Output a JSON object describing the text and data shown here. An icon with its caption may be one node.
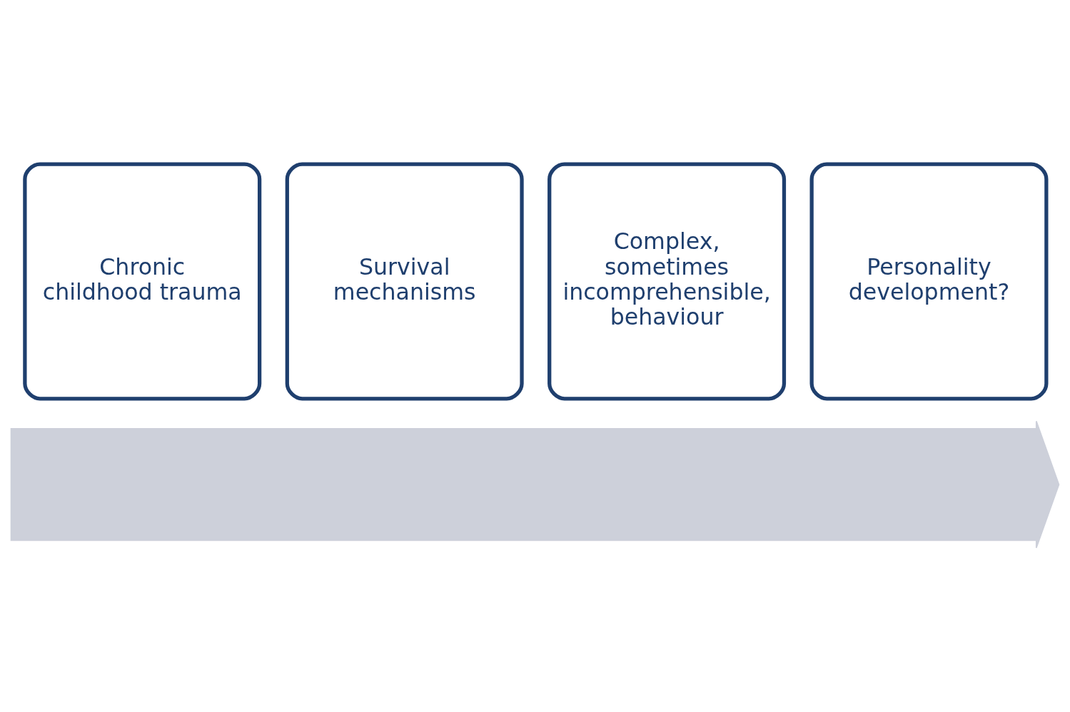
{
  "diagram": {
    "nodes": [
      {
        "text": [],
        "shape": "arrow"
      },
      {
        "text": [
          "Chronic childhood trauma"
        ]
      },
      {
        "text": [
          "Survival mechanisms"
        ]
      },
      {
        "text": [
          "Complex, sometimes incomprehensible, behaviour"
        ]
      },
      {
        "text": [
          "Personality development?"
        ]
      }
    ],
    "edges": []
  }
}
